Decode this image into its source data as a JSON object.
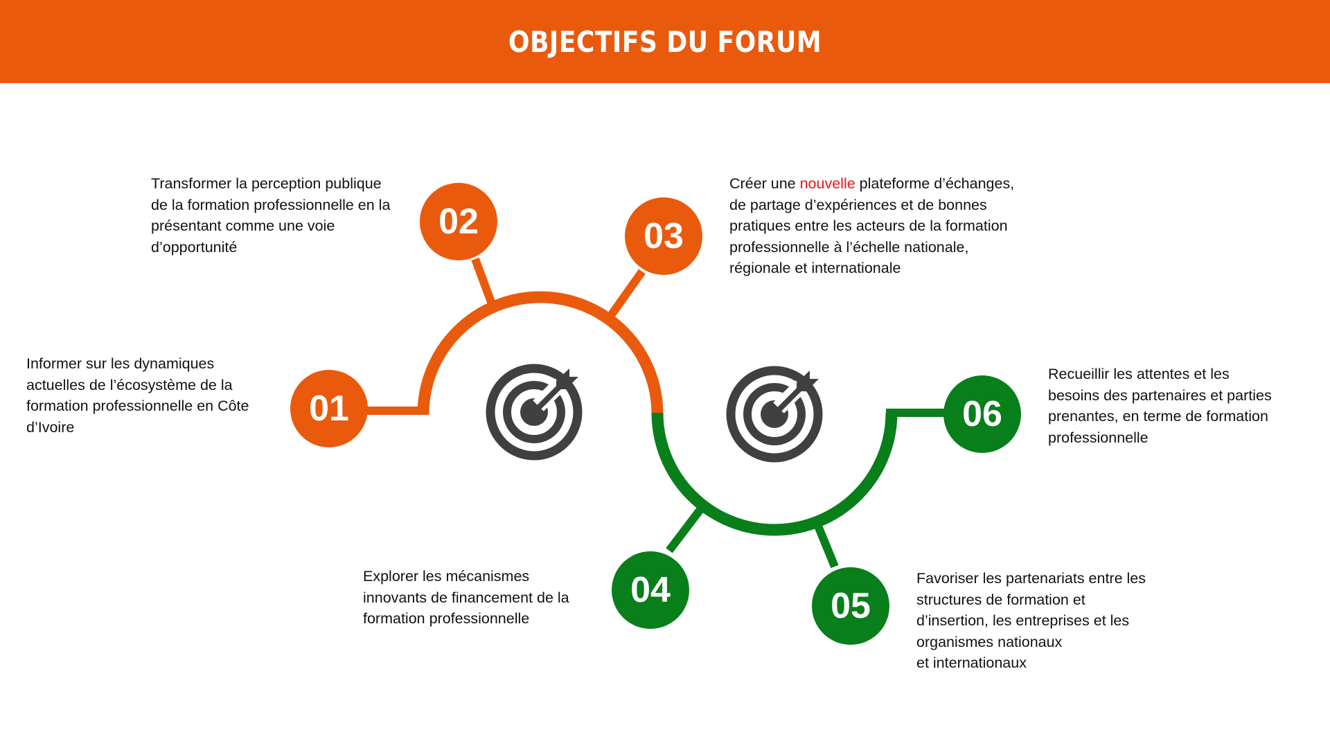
{
  "header": {
    "title": "OBJECTIFS DU FORUM"
  },
  "colors": {
    "orange": "#EA5A0C",
    "green": "#087F1A",
    "icon": "#404040",
    "highlight": "#E8141C",
    "text": "#111111"
  },
  "objectives": [
    {
      "number": "01",
      "color": "orange",
      "lines": [
        "Informer sur les dynamiques",
        "actuelles de l’écosystème de la",
        "formation professionnelle en Côte",
        "d’Ivoire"
      ]
    },
    {
      "number": "02",
      "color": "orange",
      "lines": [
        "Transformer la perception publique",
        "de la formation professionnelle en la",
        "présentant comme une voie",
        "d’opportunité"
      ]
    },
    {
      "number": "03",
      "color": "orange",
      "line1_before": "Créer une ",
      "line1_highlight": "nouvelle",
      "line1_after": " plateforme d’échanges,",
      "lines": [
        "de partage d’expériences et de bonnes",
        "pratiques entre les acteurs de la formation",
        "professionnelle à l’échelle nationale,",
        "régionale et internationale"
      ]
    },
    {
      "number": "04",
      "color": "green",
      "lines": [
        "Explorer les mécanismes",
        "innovants de financement de la",
        "formation professionnelle"
      ]
    },
    {
      "number": "05",
      "color": "green",
      "lines": [
        "Favoriser les partenariats entre les",
        "structures de formation et",
        "d’insertion, les entreprises et les",
        "organismes nationaux",
        "et internationaux"
      ]
    },
    {
      "number": "06",
      "color": "green",
      "lines": [
        "Recueillir les attentes et les",
        "besoins des partenaires et parties",
        "prenantes, en terme de formation",
        "professionnelle"
      ]
    }
  ],
  "icons": [
    "target-icon",
    "target-icon"
  ]
}
